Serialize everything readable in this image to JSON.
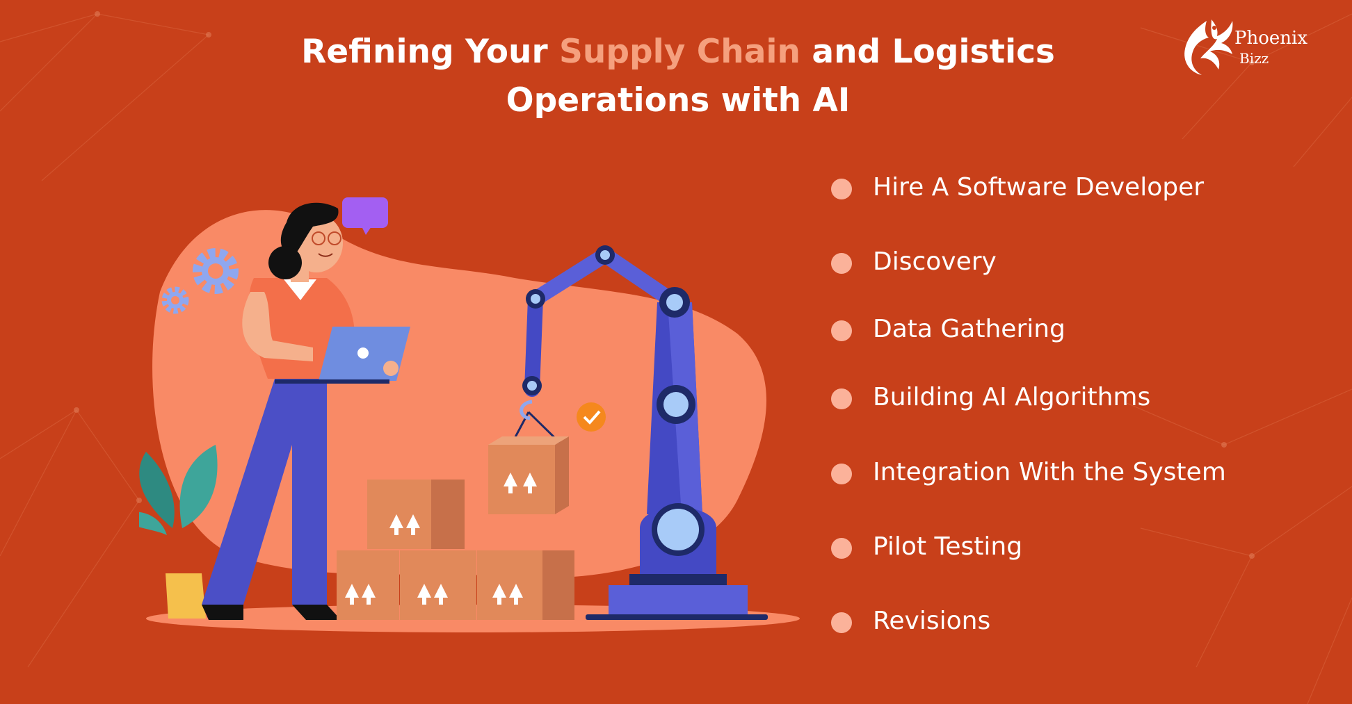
{
  "headline": {
    "part1": "Refining Your ",
    "accent": "Supply Chain",
    "part2": " and Logistics",
    "line2": "Operations with AI"
  },
  "logo": {
    "name": "Phoenix",
    "sub": "Bizz",
    "icon": "phoenix-bird-icon"
  },
  "steps": [
    "Hire A Software Developer",
    "Discovery",
    "Data Gathering",
    "Building AI Algorithms",
    "Integration With the System",
    "Pilot Testing",
    "Revisions"
  ],
  "colors": {
    "background": "#c8401a",
    "accent_text": "#f5a07e",
    "bullet": "#fbb29a",
    "blob": "#f98a66",
    "robot_arm": "#4449c4",
    "robot_joint": "#a8cbf8",
    "box": "#e1895a",
    "trousers": "#4b4fc6",
    "laptop": "#6f8de0",
    "chat_bubble": "#a35ff2",
    "check_badge": "#f5881d",
    "plant_leaves": "#2e8a81",
    "pot": "#f5c04c"
  }
}
